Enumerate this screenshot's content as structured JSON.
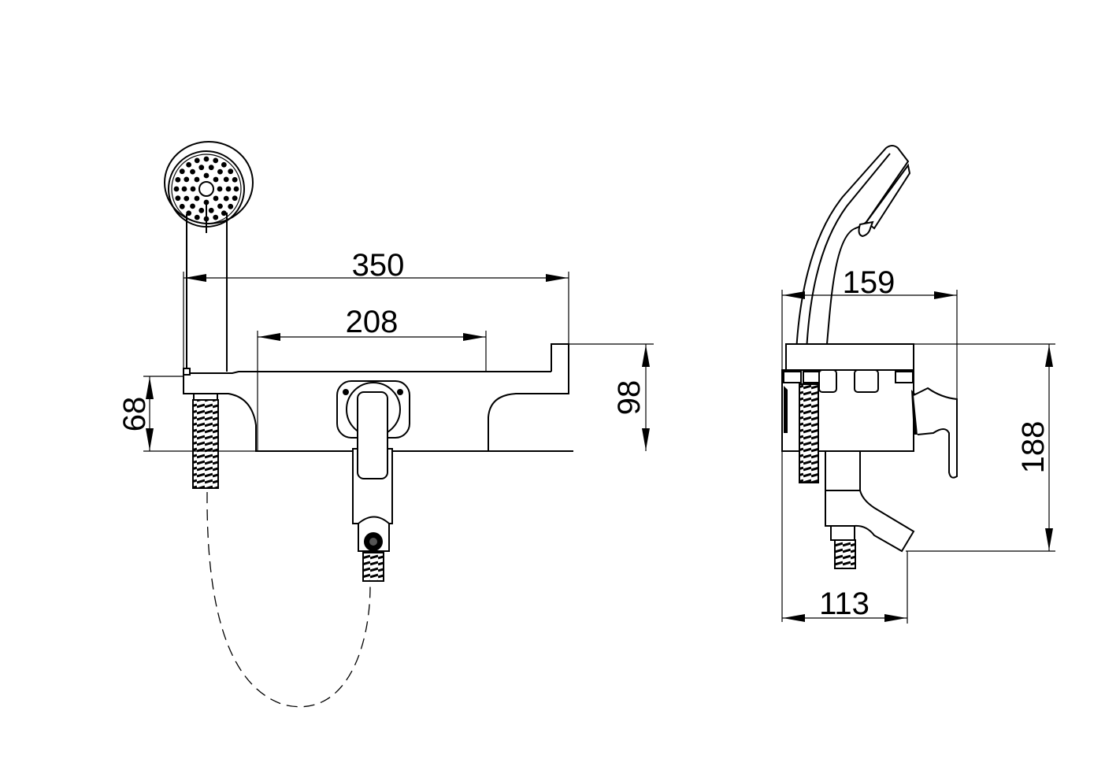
{
  "drawing": {
    "subject": "bath-shower-mixer",
    "line_color": "#000000",
    "background": "#ffffff"
  },
  "front_view": {
    "dimensions": {
      "overall_width": "350",
      "body_width": "208",
      "bracket_height": "68",
      "body_height": "98"
    }
  },
  "side_view": {
    "dimensions": {
      "depth_top": "159",
      "overall_height": "188",
      "depth_bottom": "113"
    }
  }
}
